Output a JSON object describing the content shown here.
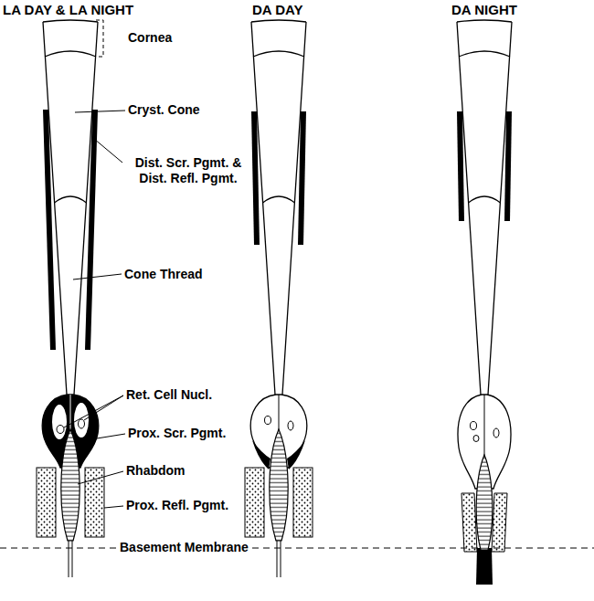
{
  "diagram": {
    "labels": [
      "LA DAY & LA NIGHT",
      "DA DAY",
      "DA NIGHT",
      "Cornea",
      "Cryst. Cone",
      "Dist. Scr. Pgmt. & Dist. Refl. Pgmt.",
      "Cone Thread",
      "Ret. Cell Nucl.",
      "Prox. Scr. Pgmt.",
      "Rhabdom",
      "Prox. Refl. Pgmt.",
      "Basement Membrane"
    ]
  }
}
